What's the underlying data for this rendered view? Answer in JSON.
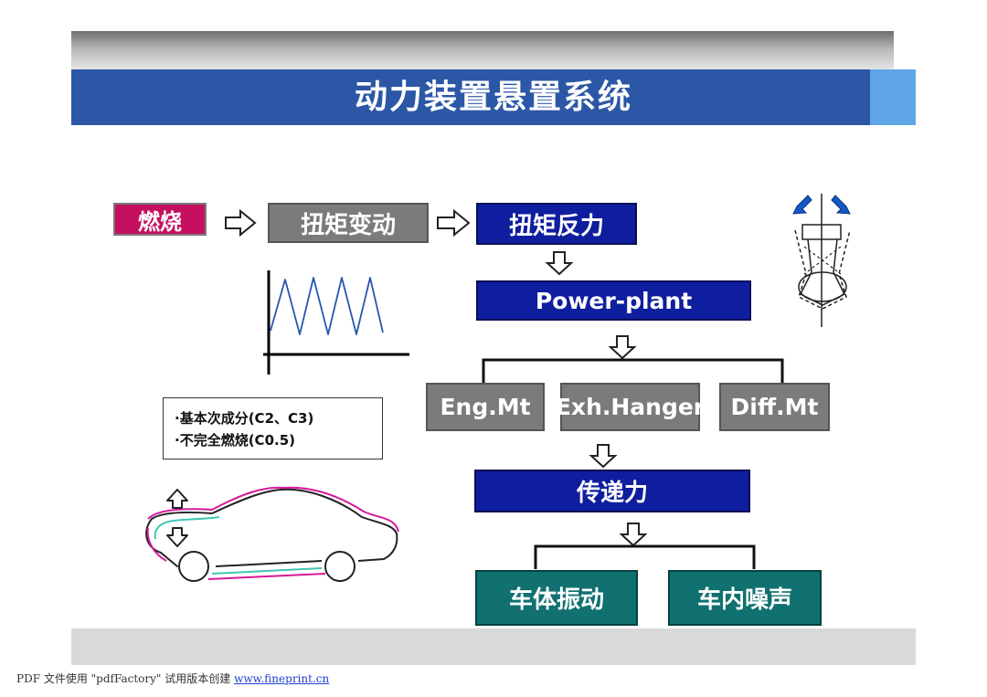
{
  "header": {
    "title": "动力装置悬置系统"
  },
  "flow": {
    "combustion": "燃烧",
    "torque_variation": "扭矩变动",
    "torque_reaction": "扭矩反力",
    "power_plant": "Power-plant",
    "eng_mount": "Eng.Mt",
    "exh_hanger": "Exh.Hanger",
    "diff_mount": "Diff.Mt",
    "transmitted_force": "传递力",
    "body_vibration": "车体振动",
    "cabin_noise": "车内噪声"
  },
  "notes": {
    "line1": "·基本次成分(C2、C3)",
    "line2": "·不完全燃烧(C0.5)"
  },
  "footer": {
    "prefix": "PDF 文件使用 \"pdfFactory\" 试用版本创建",
    "link": "www.fineprint.cn"
  },
  "colors": {
    "header_blue": "#2c57a6",
    "combustion_magenta": "#c4105f",
    "flow_gray": "#7b7b7b",
    "flow_navy": "#0f1e9e",
    "result_teal": "#117070",
    "waveform_blue": "#2a56b0",
    "car_magenta": "#d4199a",
    "car_cyan": "#3dc6b4",
    "rotation_arrow_blue": "#1458c8"
  }
}
